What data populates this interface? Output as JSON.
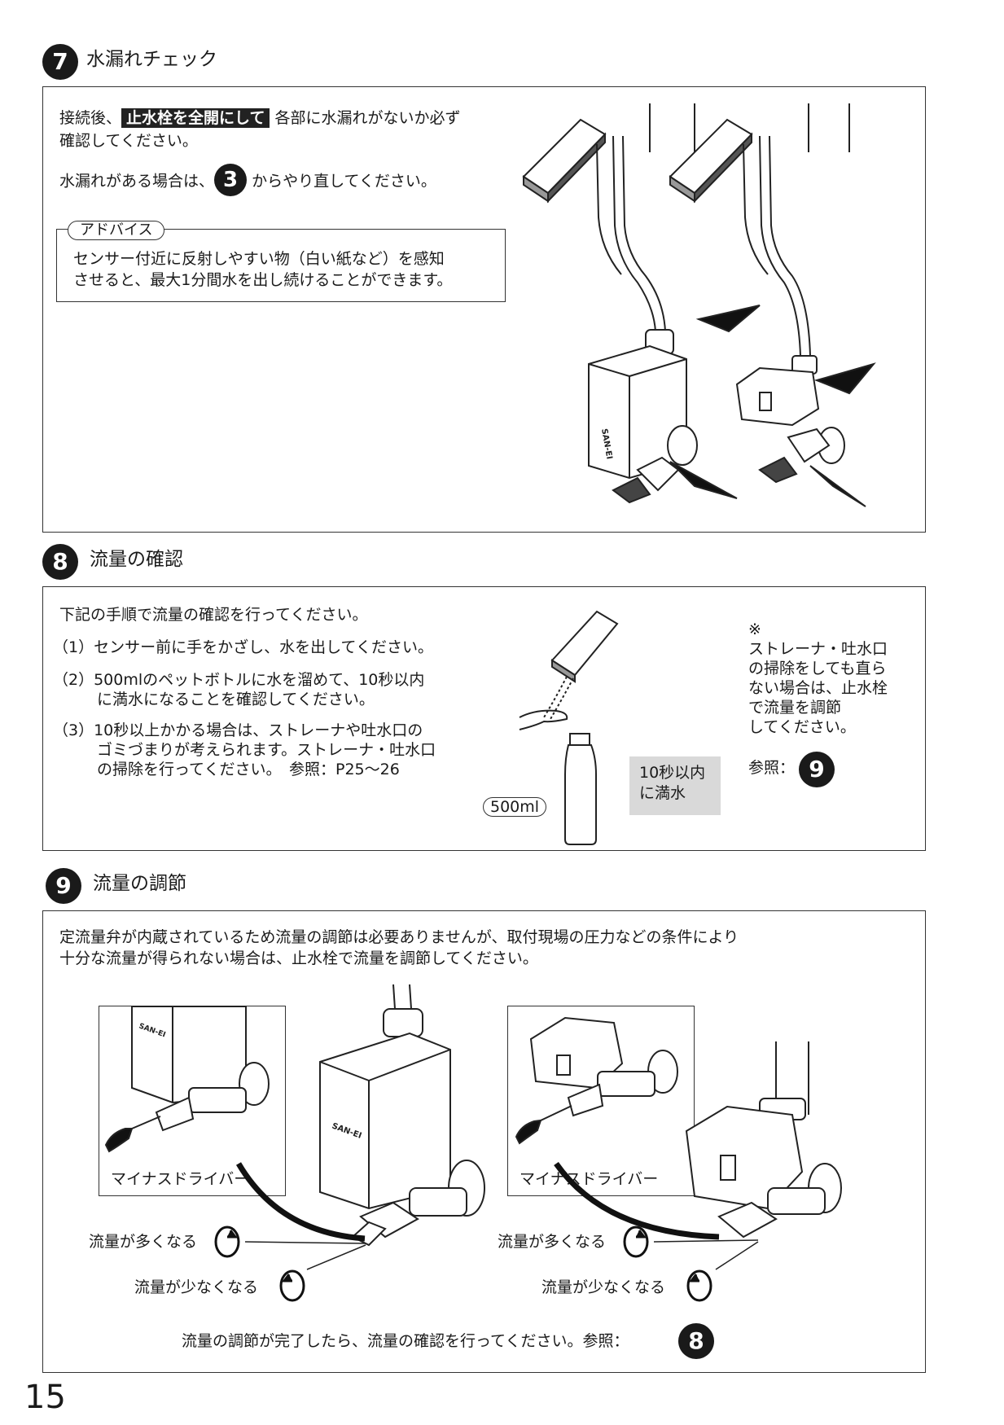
{
  "sec7": {
    "num": "7",
    "title": "水漏れチェック",
    "line1_pre": "接続後、",
    "line1_hl": "止水栓を全開にして",
    "line1_post": "各部に水漏れがないか必ず",
    "line2": "確認してください。",
    "line3_pre": "水漏れがある場合は、",
    "line3_badge": "3",
    "line3_post": "からやり直してください。",
    "advice_label": "アドバイス",
    "advice_line1": "センサー付近に反射しやすい物（白い紙など）を感知",
    "advice_line2": "させると、最大1分間水を出し続けることができます。",
    "logo": "SAN-EI"
  },
  "sec8": {
    "num": "8",
    "title": "流量の確認",
    "intro": "下記の手順で流量の確認を行ってください。",
    "step1": "（1）センサー前に手をかざし、水を出してください。",
    "step2a": "（2）500mlのペットボトルに水を溜めて、10秒以内",
    "step2b": "に満水になることを確認してください。",
    "step3a": "（3）10秒以上かかる場合は、ストレーナや吐水口の",
    "step3b": "ゴミづまりが考えられます。ストレーナ・吐水口",
    "step3c": "の掃除を行ってください。　参照：P25〜26",
    "bottle_label": "500ml",
    "note_line1": "10秒以内",
    "note_line2": "に満水",
    "side_mark": "※",
    "side_line1": "ストレーナ・吐水口",
    "side_line2": "の掃除をしても直ら",
    "side_line3": "ない場合は、止水栓",
    "side_line4": "で流量を調節",
    "side_line5": "してください。",
    "side_ref": "参照：",
    "side_ref_badge": "9"
  },
  "sec9": {
    "num": "9",
    "title": "流量の調節",
    "line1": "定流量弁が内蔵されているため流量の調節は必要ありませんが、取付現場の圧力などの条件により",
    "line2": "十分な流量が得られない場合は、止水栓で流量を調節してください。",
    "driver_label_left": "マイナスドライバー",
    "driver_label_right": "マイナスドライバー",
    "more_left": "流量が多くなる",
    "less_left": "流量が少なくなる",
    "more_right": "流量が多くなる",
    "less_right": "流量が少なくなる",
    "footer": "流量の調節が完了したら、流量の確認を行ってください。参照：",
    "footer_badge": "8",
    "logo": "SAN-EI"
  },
  "page_number": "15"
}
